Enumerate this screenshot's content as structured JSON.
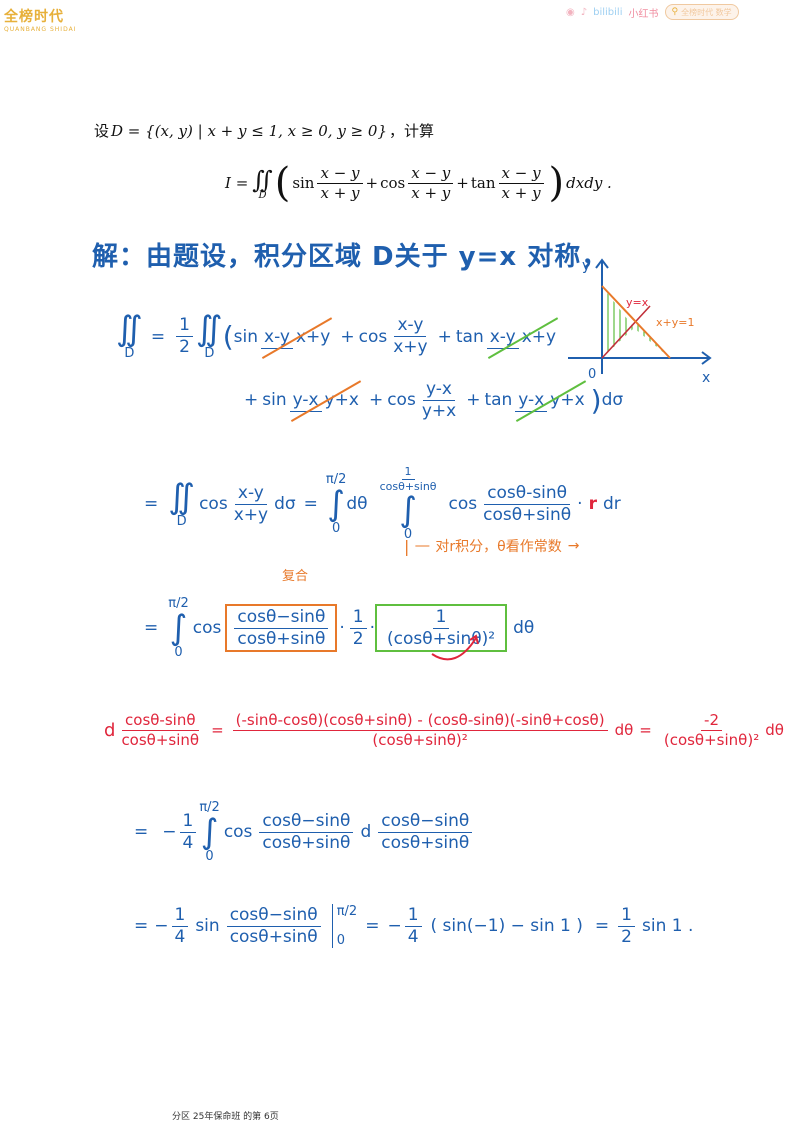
{
  "header": {
    "logo_text": "全榜时代",
    "logo_sub": "QUANBANG SHIDAI",
    "social": [
      "bilibili",
      "小红书"
    ],
    "search_placeholder": "全榜时代 数学"
  },
  "problem": {
    "prefix": "设",
    "set_def": "D = {(x, y) | x + y ≤ 1, x ≥ 0, y ≥ 0}",
    "suffix": "，计算",
    "integral_lhs": "I =",
    "integral_sign": "∬",
    "region": "D",
    "sin": "sin",
    "cos": "cos",
    "tan": "tan",
    "num": "x − y",
    "den": "x + y",
    "plus": "+",
    "tail": "dxdy ."
  },
  "solution": {
    "intro": "解：由题设，积分区域 D关于 y=x 对称，",
    "line1": {
      "lhs": "∬",
      "region": "D",
      "eq": "=",
      "half_num": "1",
      "half_den": "2",
      "sin": "sin",
      "cos": "cos",
      "tan": "tan",
      "num": "x-y",
      "den": "x+y"
    },
    "line2": {
      "sin": "sin",
      "cos": "cos",
      "tan": "tan",
      "num": "y-x",
      "den": "y+x",
      "end": "dσ"
    },
    "line3": {
      "eq": "=",
      "int": "∬",
      "region": "D",
      "cos": "cos",
      "num": "x-y",
      "den": "x+y",
      "dsigma": "dσ",
      "eq2": "=",
      "upper": "π/2",
      "lower": "0",
      "dtheta": "dθ",
      "r_upper_num": "1",
      "r_upper_den": "cosθ+sinθ",
      "r_lower": "0",
      "cos2": "cos",
      "ang_num": "cosθ-sinθ",
      "ang_den": "cosθ+sinθ",
      "dot": "·",
      "r": "r",
      "dr": "dr"
    },
    "note_orange": "对r积分，θ看作常数",
    "line4": {
      "eq": "=",
      "upper": "π/2",
      "lower": "0",
      "cos": "cos",
      "num": "cosθ−sinθ",
      "den": "cosθ+sinθ",
      "dot": "·",
      "half_num": "1",
      "half_den": "2",
      "dot2": "·",
      "inv_num": "1",
      "inv_den": "(cosθ+sinθ)²",
      "end": "dθ",
      "label": "复合"
    },
    "deriv": {
      "d": "d",
      "num": "cosθ-sinθ",
      "den": "cosθ+sinθ",
      "eq": "=",
      "big_num": "(-sinθ-cosθ)(cosθ+sinθ) - (cosθ-sinθ)(-sinθ+cosθ)",
      "big_den": "(cosθ+sinθ)²",
      "dtheta": "dθ",
      "eq2": "=",
      "res_num": "-2",
      "res_den": "(cosθ+sinθ)²",
      "dtheta2": "dθ"
    },
    "line5": {
      "eq": "=",
      "minus": "−",
      "q_num": "1",
      "q_den": "4",
      "upper": "π/2",
      "lower": "0",
      "cos": "cos",
      "num": "cosθ−sinθ",
      "den": "cosθ+sinθ",
      "d": "d",
      "num2": "cosθ−sinθ",
      "den2": "cosθ+sinθ"
    },
    "line6": {
      "eq": "=",
      "minus": "−",
      "q_num": "1",
      "q_den": "4",
      "sin": "sin",
      "num": "cosθ−sinθ",
      "den": "cosθ+sinθ",
      "upper": "π/2",
      "lower": "0",
      "eq2": "=",
      "mid": "−",
      "mq_num": "1",
      "mq_den": "4",
      "paren": "( sin(−1) − sin 1 )",
      "eq3": "=",
      "res_num": "1",
      "res_den": "2",
      "res_tail": "sin 1 ."
    }
  },
  "graph": {
    "y_label": "y",
    "x_label": "x",
    "origin": "0",
    "line_yx": "y=x",
    "line_sum": "x+y=1"
  },
  "footer": {
    "text": "分区 25年保命班 的第 6页"
  },
  "colors": {
    "blue": "#1f5fae",
    "red": "#e0263c",
    "orange": "#e8792a",
    "green": "#5fbf3f",
    "logo": "#e7b03a"
  }
}
